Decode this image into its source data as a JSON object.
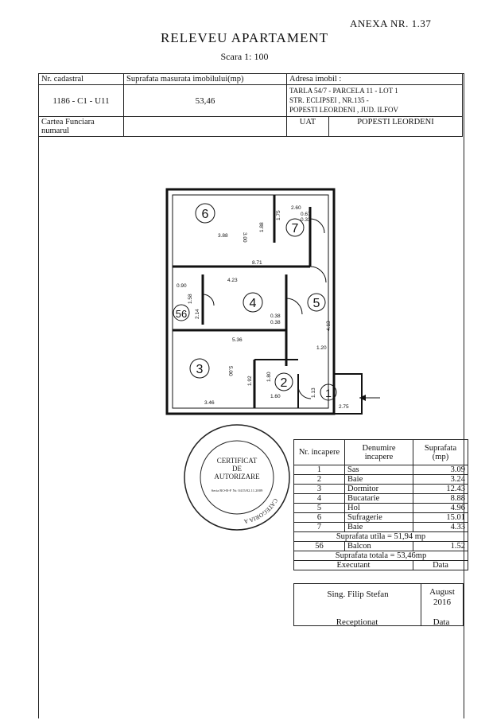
{
  "header": {
    "annex": "ANEXA NR. 1.37",
    "title": "RELEVEU APARTAMENT",
    "scale": "Scara 1: 100"
  },
  "info": {
    "cadastral_label": "Nr. cadastral",
    "area_label": "Suprafata masurata imobilului(mp)",
    "address_label": "Adresa imobil :",
    "cadastral_value": "1186   - C1 - U11",
    "area_value": "53,46",
    "address_lines": [
      "TARLA  54/7 - PARCELA  11 - LOT 1",
      "STR. ECLIPSEI , NR.135 -",
      "POPESTI LEORDENI , JUD. ILFOV"
    ],
    "land_book_label": "Cartea Funciara numarul",
    "uat_label": "UAT",
    "uat_value": "POPESTI  LEORDENI"
  },
  "plan": {
    "room_numbers": [
      "6",
      "7",
      "4",
      "5",
      "56",
      "3",
      "2",
      "1"
    ],
    "dimensions": [
      "2.60",
      "0.67",
      "0.33",
      "1.75",
      "3.88",
      "3.00",
      "1.88",
      "8.71",
      "0.90",
      "4.23",
      "1.58",
      "2.14",
      "0.38",
      "0.38",
      "4.13",
      "5.36",
      "1.20",
      "5.00",
      "1.92",
      "1.80",
      "1.13",
      "1.60",
      "3.46",
      "2.75"
    ]
  },
  "stamp": {
    "center_lines": [
      "CERTIFICAT",
      "DE",
      "AUTORIZARE"
    ],
    "serial": "Seria RO-B-F Nr. 0415/02.11.2009",
    "category": "CATEGORIA A"
  },
  "rooms_table": {
    "headers": [
      "Nr. incapere",
      "Denumire incapere",
      "Suprafata (mp)"
    ],
    "rows": [
      {
        "nr": "1",
        "name": "Sas",
        "area": "3.09"
      },
      {
        "nr": "2",
        "name": "Baie",
        "area": "3.24"
      },
      {
        "nr": "3",
        "name": "Dormitor",
        "area": "12.43"
      },
      {
        "nr": "4",
        "name": "Bucatarie",
        "area": "8.88"
      },
      {
        "nr": "5",
        "name": "Hol",
        "area": "4.96"
      },
      {
        "nr": "6",
        "name": "Sufragerie",
        "area": "15.01"
      },
      {
        "nr": "7",
        "name": "Baie",
        "area": "4.33"
      }
    ],
    "useful_area": "Suprafata utila = 51,94 mp",
    "balcony": {
      "nr": "56",
      "name": "Balcon",
      "area": "1.52"
    },
    "total_area": "Suprafata totala = 53,46mp",
    "executant_label": "Executant",
    "date_label": "Data"
  },
  "signature": {
    "name": "Sing. Filip  Stefan",
    "date": "August 2016"
  },
  "reception": {
    "label": "Receptionat",
    "date_label": "Data"
  }
}
